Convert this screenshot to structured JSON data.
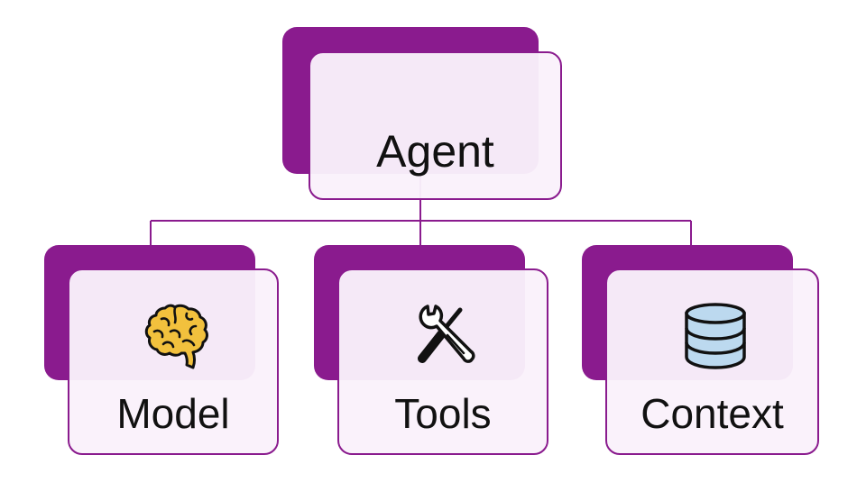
{
  "diagram": {
    "root": {
      "label": "Agent"
    },
    "children": [
      {
        "label": "Model",
        "icon": "brain-icon"
      },
      {
        "label": "Tools",
        "icon": "wrench-screwdriver-icon"
      },
      {
        "label": "Context",
        "icon": "database-icon"
      }
    ]
  },
  "colors": {
    "accent": "#8a1b8e",
    "card_fill": "#faf1fb",
    "brain": "#f2c13d",
    "database": "#bcd9ef",
    "text": "#111111"
  }
}
